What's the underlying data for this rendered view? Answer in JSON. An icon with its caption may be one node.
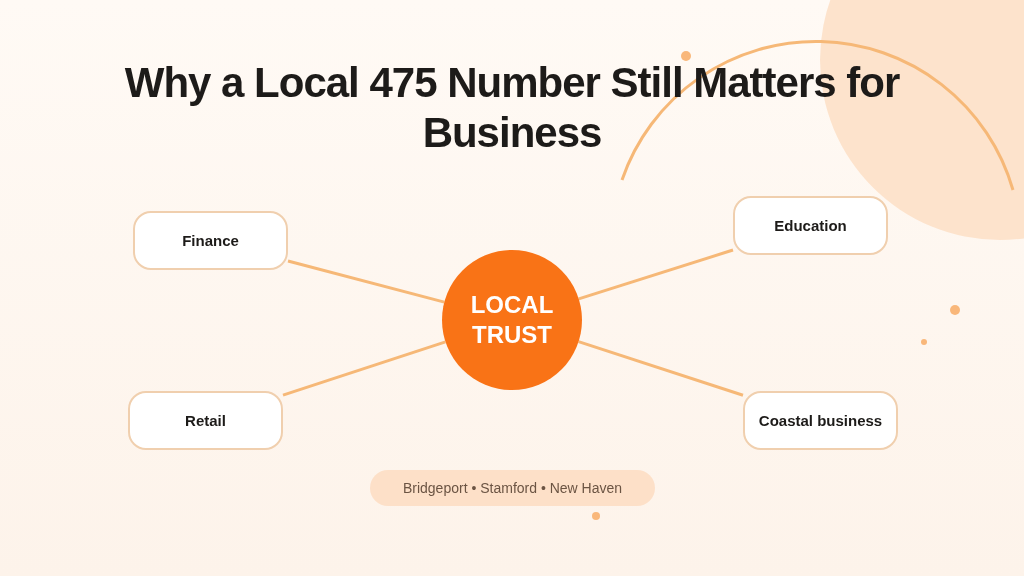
{
  "diagram": {
    "title": "Why a Local 475 Number Still Matters for Business",
    "nodes": [
      {
        "text": [
          "LOCAL TRUST"
        ]
      },
      {
        "text": [
          "Finance"
        ]
      },
      {
        "text": [
          "Education"
        ]
      },
      {
        "text": [
          "Retail"
        ]
      },
      {
        "text": [
          "Coastal business"
        ]
      },
      {
        "text": [
          "Bridgeport • Stamford • New Haven"
        ]
      }
    ],
    "edges": [
      {
        "from": 1,
        "to": 0,
        "arrow": "none"
      },
      {
        "from": 2,
        "to": 0,
        "arrow": "none"
      },
      {
        "from": 3,
        "to": 0,
        "arrow": "none"
      },
      {
        "from": 4,
        "to": 0,
        "arrow": "none"
      }
    ]
  }
}
